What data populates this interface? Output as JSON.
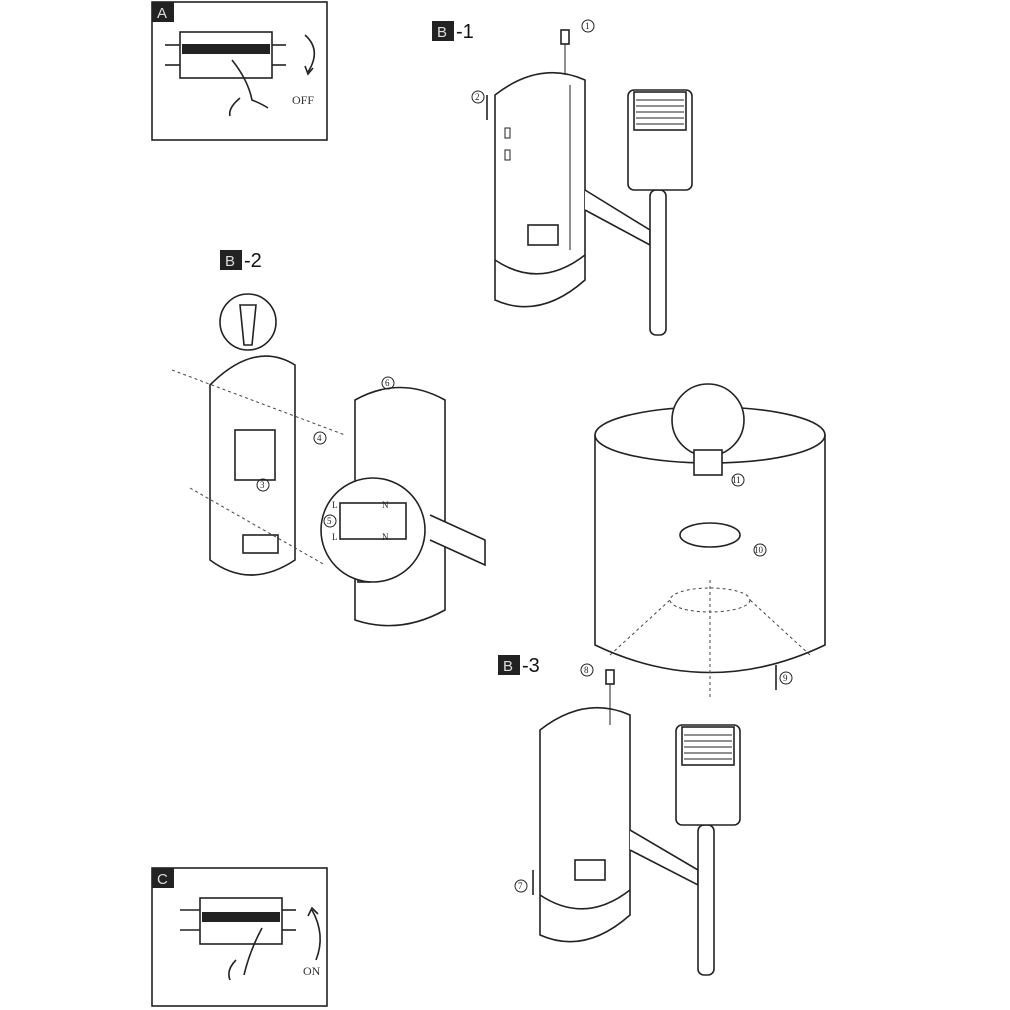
{
  "panels": {
    "a": {
      "badge": "A",
      "caption": "OFF"
    },
    "b1": {
      "badge": "B",
      "suffix": "-1"
    },
    "b2": {
      "badge": "B",
      "suffix": "-2"
    },
    "b3": {
      "badge": "B",
      "suffix": "-3"
    },
    "c": {
      "badge": "C",
      "caption": "ON"
    }
  },
  "steps": [
    "1",
    "2",
    "3",
    "4",
    "5",
    "6",
    "7",
    "8",
    "9",
    "10",
    "11"
  ],
  "terminal": {
    "left_top": "L",
    "right_top": "N",
    "left_bottom": "L",
    "right_bottom": "N"
  }
}
